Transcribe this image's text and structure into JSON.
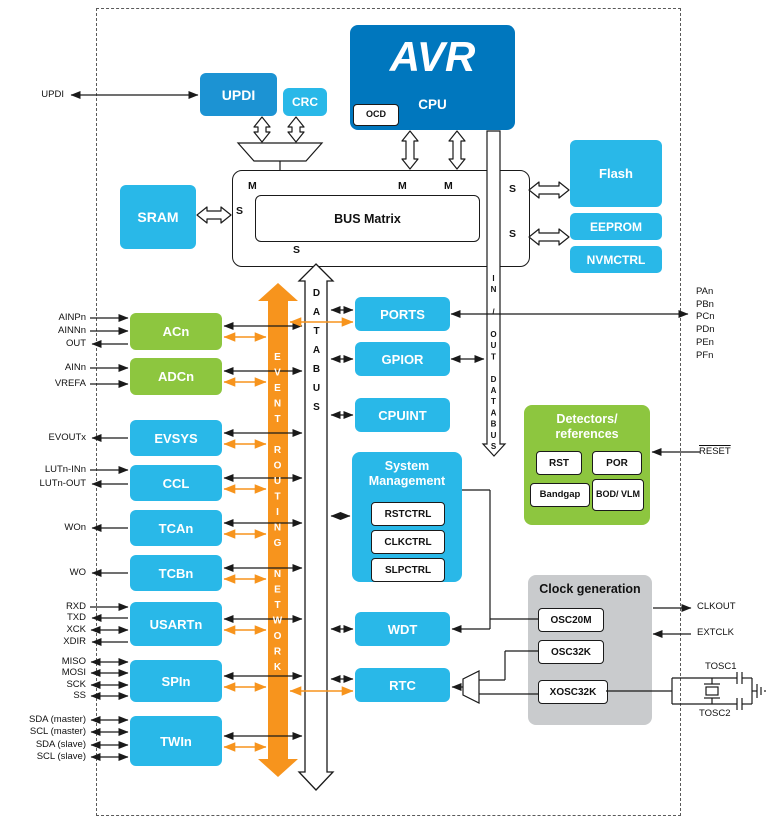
{
  "colors": {
    "cpu_blue": "#0077BE",
    "updi_blue": "#1C93D3",
    "cyan": "#29B8E8",
    "green": "#8DC63F",
    "orange": "#F7941D",
    "gray": "#C9CBCD"
  },
  "cpu": {
    "logo": "AVR",
    "label": "CPU",
    "ocd": "OCD"
  },
  "top_blocks": {
    "updi": "UPDI",
    "crc": "CRC"
  },
  "memory": {
    "sram": "SRAM",
    "bus_matrix": "BUS Matrix",
    "flash": "Flash",
    "eeprom": "EEPROM",
    "nvmctrl": "NVMCTRL",
    "master": "M",
    "slave": "S"
  },
  "buses": {
    "event_routing_network": "EVENT ROUTING NETWORK",
    "databus": "DATABUS",
    "inout_databus": "IN / OUT DATABUS"
  },
  "peripherals": {
    "acn": "ACn",
    "adcn": "ADCn",
    "evsys": "EVSYS",
    "ccl": "CCL",
    "tcan": "TCAn",
    "tcbn": "TCBn",
    "usartn": "USARTn",
    "spin": "SPIn",
    "twin": "TWIn",
    "ports": "PORTS",
    "gpior": "GPIOR",
    "cpuint": "CPUINT",
    "wdt": "WDT",
    "rtc": "RTC"
  },
  "system_management": {
    "title": "System Management",
    "rstctrl": "RSTCTRL",
    "clkctrl": "CLKCTRL",
    "slpctrl": "SLPCTRL"
  },
  "detectors": {
    "title": "Detectors/ references",
    "rst": "RST",
    "por": "POR",
    "bandgap": "Bandgap",
    "bod_vlm": "BOD/ VLM"
  },
  "clock_generation": {
    "title": "Clock generation",
    "osc20m": "OSC20M",
    "osc32k": "OSC32K",
    "xosc32k": "XOSC32K"
  },
  "pins_left": {
    "updi": "UPDI",
    "ainp": "AINPn",
    "ainn": "AINNn",
    "out": "OUT",
    "ain": "AINn",
    "vrefa": "VREFA",
    "evoutx": "EVOUTx",
    "lutn_in": "LUTn-INn",
    "lutn_out": "LUTn-OUT",
    "won": "WOn",
    "wo": "WO",
    "rxd": "RXD",
    "txd": "TXD",
    "xck": "XCK",
    "xdir": "XDIR",
    "miso": "MISO",
    "mosi": "MOSI",
    "sck": "SCK",
    "ss": "SS",
    "sda_master": "SDA (master)",
    "scl_master": "SCL (master)",
    "sda_slave": "SDA (slave)",
    "scl_slave": "SCL (slave)"
  },
  "pins_right": {
    "pan": "PAn",
    "pbn": "PBn",
    "pcn": "PCn",
    "pdn": "PDn",
    "pen": "PEn",
    "pfn": "PFn",
    "reset": "RESET",
    "clkout": "CLKOUT",
    "extclk": "EXTCLK",
    "tosc1": "TOSC1",
    "tosc2": "TOSC2"
  }
}
